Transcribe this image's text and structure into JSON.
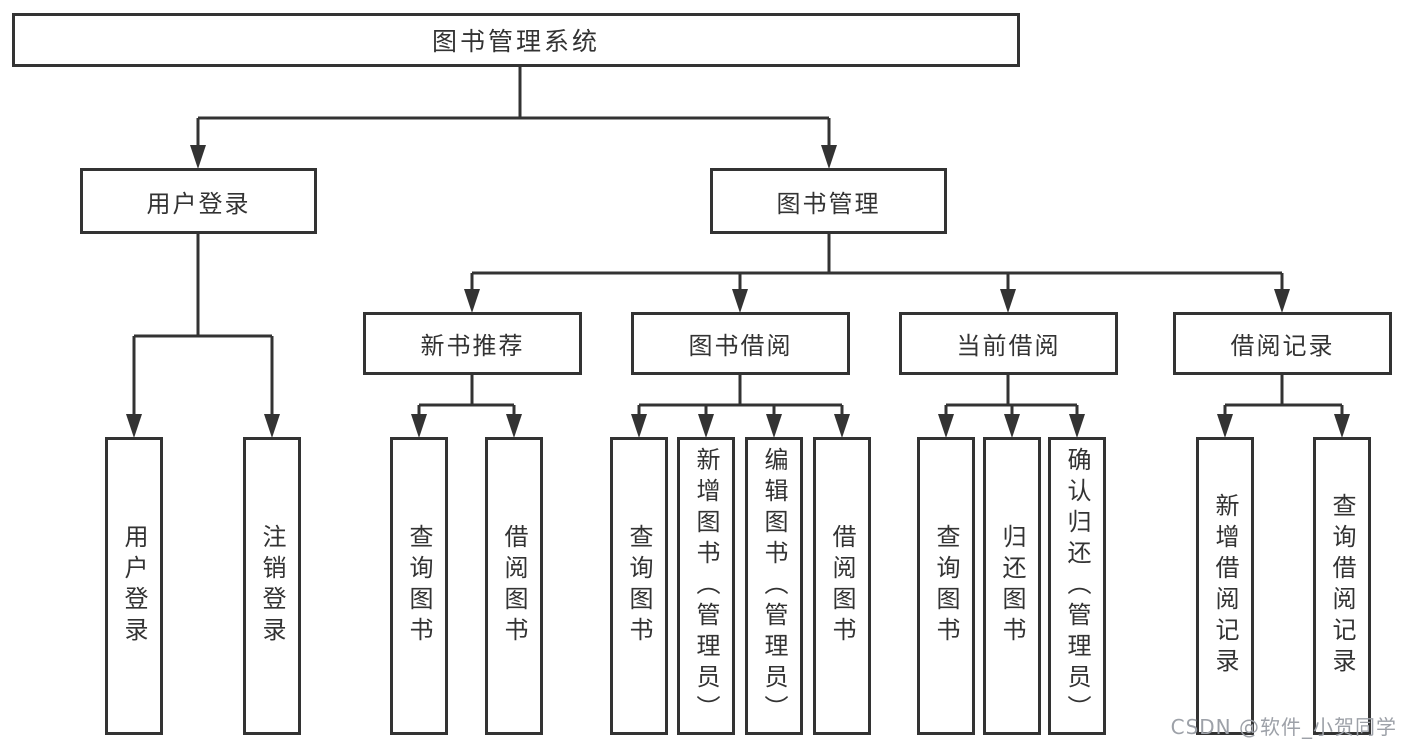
{
  "diagram": {
    "type": "tree",
    "root": {
      "label": "图书管理系统",
      "children": [
        {
          "label": "用户登录",
          "children": [
            {
              "label": "用户登录"
            },
            {
              "label": "注销登录"
            }
          ]
        },
        {
          "label": "图书管理",
          "children": [
            {
              "label": "新书推荐",
              "children": [
                {
                  "label": "查询图书"
                },
                {
                  "label": "借阅图书"
                }
              ]
            },
            {
              "label": "图书借阅",
              "children": [
                {
                  "label": "查询图书"
                },
                {
                  "label": "新增图书（管理员）"
                },
                {
                  "label": "编辑图书（管理员）"
                },
                {
                  "label": "借阅图书"
                }
              ]
            },
            {
              "label": "当前借阅",
              "children": [
                {
                  "label": "查询图书"
                },
                {
                  "label": "归还图书"
                },
                {
                  "label": "确认归还（管理员）"
                }
              ]
            },
            {
              "label": "借阅记录",
              "children": [
                {
                  "label": "新增借阅记录"
                },
                {
                  "label": "查询借阅记录"
                }
              ]
            }
          ]
        }
      ]
    }
  },
  "watermark": {
    "text": "CSDN @软件_小贺同学"
  },
  "colors": {
    "line": "#333333",
    "text": "#333333",
    "background": "#ffffff",
    "watermark": "#9da1a8"
  }
}
